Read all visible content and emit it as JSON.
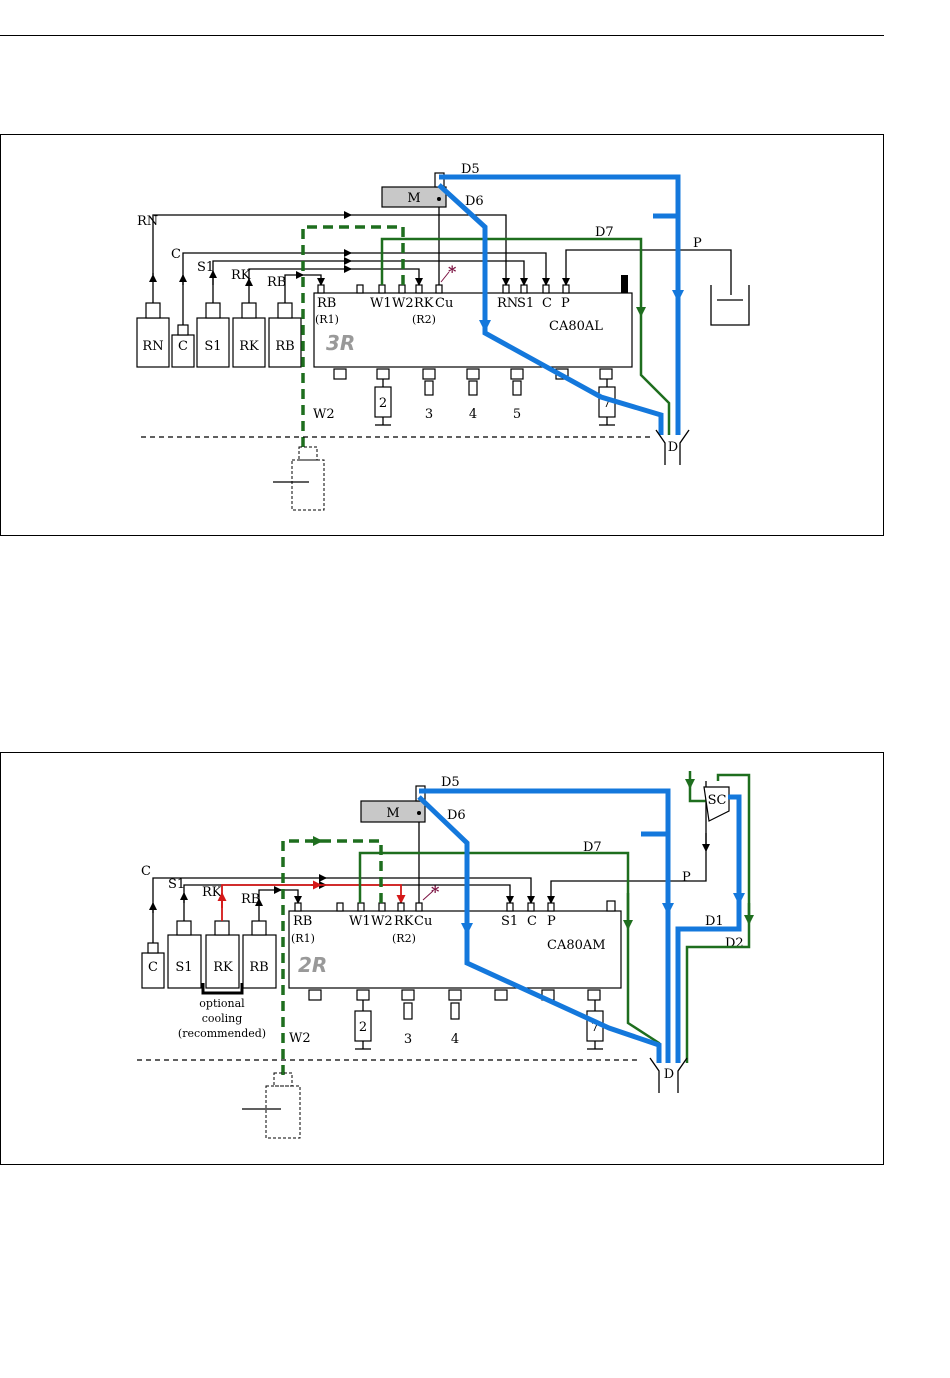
{
  "diagram1": {
    "bottles": [
      "RN",
      "C",
      "S1",
      "RK",
      "RB"
    ],
    "line_labels": [
      "RN",
      "C",
      "S1",
      "RK",
      "RB"
    ],
    "motor": "M",
    "drain_labels": [
      "D5",
      "D6",
      "D7"
    ],
    "ports": [
      "RB",
      "W1",
      "W2",
      "RK",
      "Cu",
      "RN",
      "S1",
      "C",
      "P"
    ],
    "port_sub": [
      "(R1)",
      "(R2)"
    ],
    "device": "CA80AL",
    "badge": "3R",
    "valves": [
      "2",
      "3",
      "4",
      "5",
      "7"
    ],
    "w2": "W2",
    "p_label": "P",
    "drain": "D",
    "star": "*"
  },
  "diagram2": {
    "bottles": [
      "C",
      "S1",
      "RK",
      "RB"
    ],
    "line_labels": [
      "C",
      "S1",
      "RK",
      "RB"
    ],
    "motor": "M",
    "drain_labels": [
      "D5",
      "D6",
      "D7",
      "D1",
      "D2"
    ],
    "ports": [
      "RB",
      "W1",
      "W2",
      "RK",
      "Cu",
      "S1",
      "C",
      "P"
    ],
    "port_sub": [
      "(R1)",
      "(R2)"
    ],
    "device": "CA80AM",
    "badge": "2R",
    "valves": [
      "2",
      "3",
      "4",
      "7"
    ],
    "w2": "W2",
    "p_label": "P",
    "sc": "SC",
    "drain": "D",
    "star": "*",
    "cooling": [
      "optional",
      "cooling",
      "(recommended)"
    ]
  },
  "colors": {
    "blue": "#1478dc",
    "green": "#1e6e1e",
    "red": "#d41818"
  }
}
